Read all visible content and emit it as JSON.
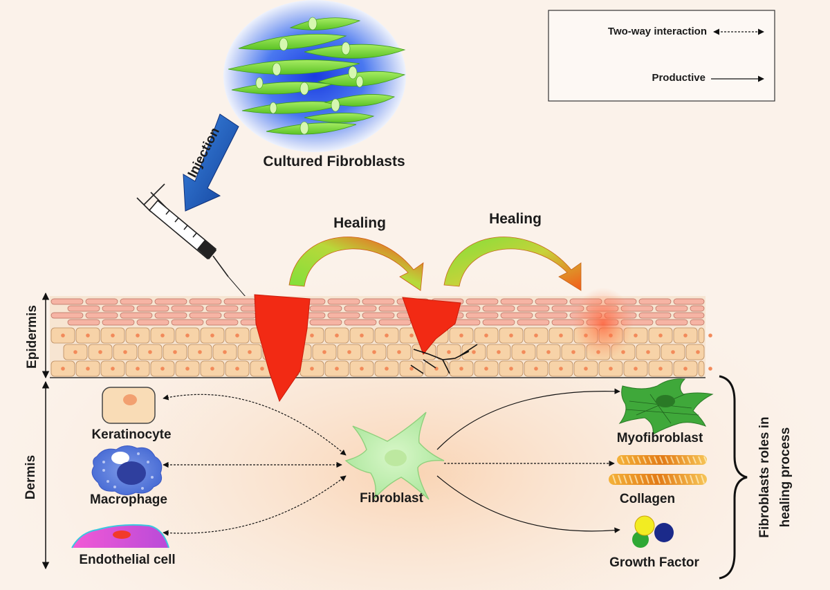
{
  "legend": {
    "two_way_label": "Two-way interaction",
    "productive_label": "Productive"
  },
  "top": {
    "cultured_label": "Cultured Fibroblasts",
    "injection_label": "Injection"
  },
  "healing": {
    "label_1": "Healing",
    "label_2": "Healing"
  },
  "layers": {
    "epidermis_label": "Epidermis",
    "dermis_label": "Dermis"
  },
  "cells": {
    "keratinocyte": "Keratinocyte",
    "macrophage": "Macrophage",
    "endothelial": "Endothelial cell",
    "fibroblast": "Fibroblast"
  },
  "products": {
    "myofibroblast": "Myofibroblast",
    "collagen": "Collagen",
    "growth_factor": "Growth Factor"
  },
  "roles": {
    "line_1": "Fibroblasts roles in",
    "line_2": "healing process"
  },
  "colors": {
    "wound_red": "#f22a14",
    "fibroblast_green": "#6fd43c",
    "injection_blue": "#1f5fc4",
    "skin_cell": "#f7d3a8"
  }
}
